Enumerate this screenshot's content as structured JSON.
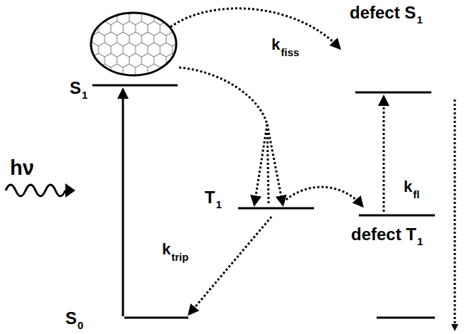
{
  "diagram": {
    "labels": [
      "S",
      "1",
      "hν",
      "k",
      "fiss",
      "T",
      "1",
      "k",
      "trip",
      "S",
      "0",
      "defect S",
      "1",
      "defect T",
      "1",
      "k",
      "fl"
    ]
  }
}
